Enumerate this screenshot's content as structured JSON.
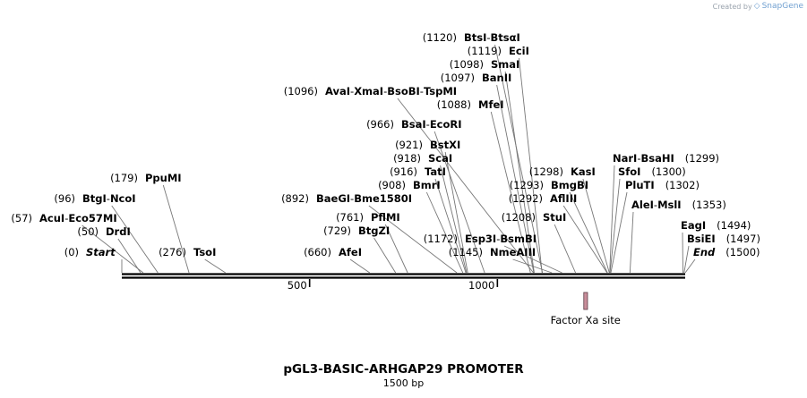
{
  "credit": {
    "prefix": "Created by",
    "brand": "SnapGene"
  },
  "title": "pGL3-BASIC-ARHGAP29 PROMOTER",
  "subtitle": "1500 bp",
  "sequence_length": 1500,
  "ticks": [
    500,
    1000
  ],
  "feature": {
    "label": "Factor Xa site",
    "start": 1230,
    "end": 1240,
    "color": "#c98d9a"
  },
  "sites": [
    {
      "pos": "(1120)",
      "names": [
        "BtsI",
        "BtsαI"
      ],
      "at": 1120
    },
    {
      "pos": "(1119)",
      "names": [
        "EciI"
      ],
      "at": 1119
    },
    {
      "pos": "(1098)",
      "names": [
        "SmaI"
      ],
      "at": 1098
    },
    {
      "pos": "(1097)",
      "names": [
        "BanII"
      ],
      "at": 1097
    },
    {
      "pos": "(1096)",
      "names": [
        "AvaI",
        "XmaI",
        "BsoBI",
        "TspMI"
      ],
      "at": 1096
    },
    {
      "pos": "(1088)",
      "names": [
        "MfeI"
      ],
      "at": 1088
    },
    {
      "pos": "(966)",
      "names": [
        "BsaI",
        "EcoRI"
      ],
      "at": 966
    },
    {
      "pos": "(921)",
      "names": [
        "BstXI"
      ],
      "at": 921
    },
    {
      "pos": "(918)",
      "names": [
        "ScaI"
      ],
      "at": 918
    },
    {
      "pos": "(916)",
      "names": [
        "TatI"
      ],
      "at": 916
    },
    {
      "pos": "(908)",
      "names": [
        "BmrI"
      ],
      "at": 908
    },
    {
      "pos": "(892)",
      "names": [
        "BaeGI",
        "Bme1580I"
      ],
      "at": 892
    },
    {
      "pos": "(761)",
      "names": [
        "PflMI"
      ],
      "at": 761
    },
    {
      "pos": "(729)",
      "names": [
        "BtgZI"
      ],
      "at": 729
    },
    {
      "pos": "(660)",
      "names": [
        "AfeI"
      ],
      "at": 660
    },
    {
      "pos": "(1172)",
      "names": [
        "Esp3I",
        "BsmBI"
      ],
      "at": 1172
    },
    {
      "pos": "(1145)",
      "names": [
        "NmeAIII"
      ],
      "at": 1145
    },
    {
      "pos": "(179)",
      "names": [
        "PpuMI"
      ],
      "at": 179
    },
    {
      "pos": "(96)",
      "names": [
        "BtgI",
        "NcoI"
      ],
      "at": 96
    },
    {
      "pos": "(57)",
      "names": [
        "AcuI",
        "Eco57MI"
      ],
      "at": 57
    },
    {
      "pos": "(50)",
      "names": [
        "DrdI"
      ],
      "at": 50
    },
    {
      "pos": "(0)",
      "names": [
        "Start"
      ],
      "at": 0,
      "italic": true
    },
    {
      "pos": "(276)",
      "names": [
        "TsoI"
      ],
      "at": 276
    },
    {
      "pos": "(1298)",
      "names": [
        "KasI"
      ],
      "at": 1298
    },
    {
      "pos": "(1293)",
      "names": [
        "BmgBI"
      ],
      "at": 1293
    },
    {
      "pos": "(1292)",
      "names": [
        "AflIII"
      ],
      "at": 1292
    },
    {
      "pos": "(1208)",
      "names": [
        "StuI"
      ],
      "at": 1208
    },
    {
      "pos": "(1299)",
      "names": [
        "NarI",
        "BsaHI"
      ],
      "at": 1299,
      "pos_after": true
    },
    {
      "pos": "(1300)",
      "names": [
        "SfoI"
      ],
      "at": 1300,
      "pos_after": true
    },
    {
      "pos": "(1302)",
      "names": [
        "PluTI"
      ],
      "at": 1302,
      "pos_after": true
    },
    {
      "pos": "(1353)",
      "names": [
        "AleI",
        "MslI"
      ],
      "at": 1353,
      "pos_after": true
    },
    {
      "pos": "(1494)",
      "names": [
        "EagI"
      ],
      "at": 1494,
      "pos_after": true
    },
    {
      "pos": "(1497)",
      "names": [
        "BsiEI"
      ],
      "at": 1497,
      "pos_after": true
    },
    {
      "pos": "(1500)",
      "names": [
        "End"
      ],
      "at": 1500,
      "pos_after": true,
      "italic": true
    }
  ]
}
